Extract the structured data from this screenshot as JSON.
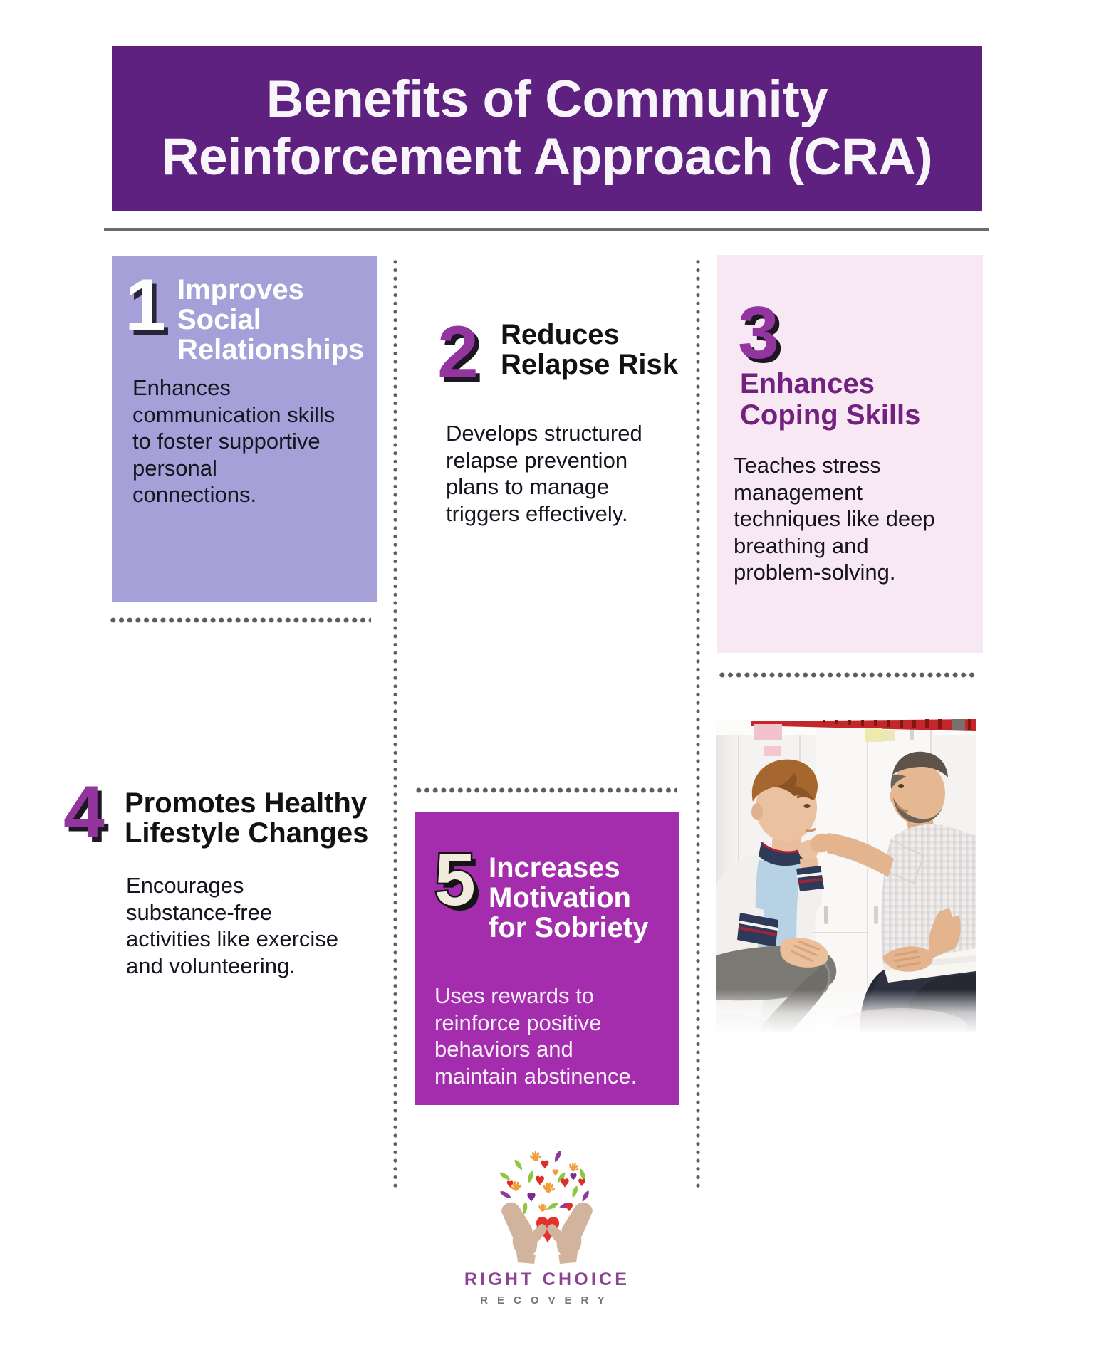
{
  "header": {
    "title": "Benefits of Community\nReinforcement Approach (CRA)",
    "bg_color": "#5e2180",
    "text_color": "#f8f5fa"
  },
  "benefits": [
    {
      "number": "1",
      "title": "Improves\nSocial\nRelationships",
      "description": "Enhances\ncommunication skills\nto foster supportive\npersonal\nconnections.",
      "card_color": "#a6a0d9",
      "title_color": "#ffffff",
      "number_color": "#fdfdfd"
    },
    {
      "number": "2",
      "title": "Reduces\nRelapse Risk",
      "description": "Develops structured\nrelapse prevention\nplans to manage\ntriggers effectively.",
      "card_color": "none",
      "title_color": "#121212",
      "number_color": "#94359f"
    },
    {
      "number": "3",
      "title": "Enhances\nCoping Skills",
      "description": "Teaches stress\nmanagement\ntechniques like deep\nbreathing and\nproblem-solving.",
      "card_color": "#f8e8f4",
      "title_color": "#72217f",
      "number_color": "#94359f"
    },
    {
      "number": "4",
      "title": "Promotes Healthy\nLifestyle Changes",
      "description": "Encourages\nsubstance-free\nactivities like exercise\nand volunteering.",
      "card_color": "none",
      "title_color": "#121212",
      "number_color": "#94359f"
    },
    {
      "number": "5",
      "title": "Increases\nMotivation\nfor Sobriety",
      "description": "Uses rewards to\nreinforce positive\nbehaviors and\nmaintain abstinence.",
      "card_color": "#a32dac",
      "title_color": "#ffffff",
      "number_color": "#f2ecdf"
    }
  ],
  "photo": {
    "scene": "counselor comforting a young man in front of white lockers"
  },
  "logo": {
    "line1": "RIGHT CHOICE",
    "line2": "RECOVERY",
    "line1_color": "#8c4394",
    "line2_color": "#757575",
    "hands_color": "#d2b39e",
    "heart_color": "#e5312b",
    "leaf_green": "#8dc63f",
    "leaf_purple": "#8e3a9b",
    "hand_orange": "#f09d3a"
  }
}
